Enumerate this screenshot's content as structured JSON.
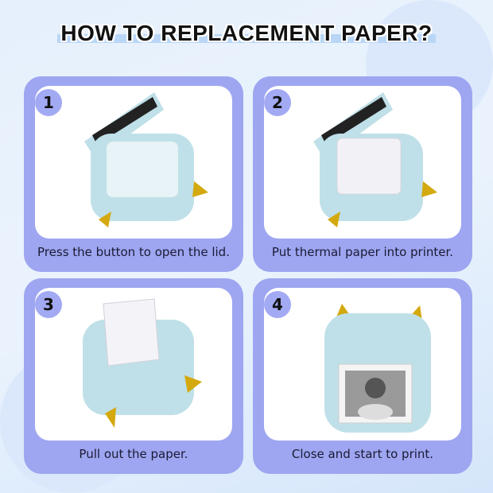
{
  "title": "HOW TO REPLACEMENT PAPER?",
  "steps": [
    {
      "number": "1",
      "caption": "Press the button to open the lid."
    },
    {
      "number": "2",
      "caption": "Put thermal paper into printer."
    },
    {
      "number": "3",
      "caption": "Pull out the paper."
    },
    {
      "number": "4",
      "caption": "Close and start to print."
    }
  ],
  "colors": {
    "card": "#9ea6f1",
    "badge": "#a3aaf4",
    "printer": "#bfe0e8",
    "ears": "#d4a90f"
  }
}
